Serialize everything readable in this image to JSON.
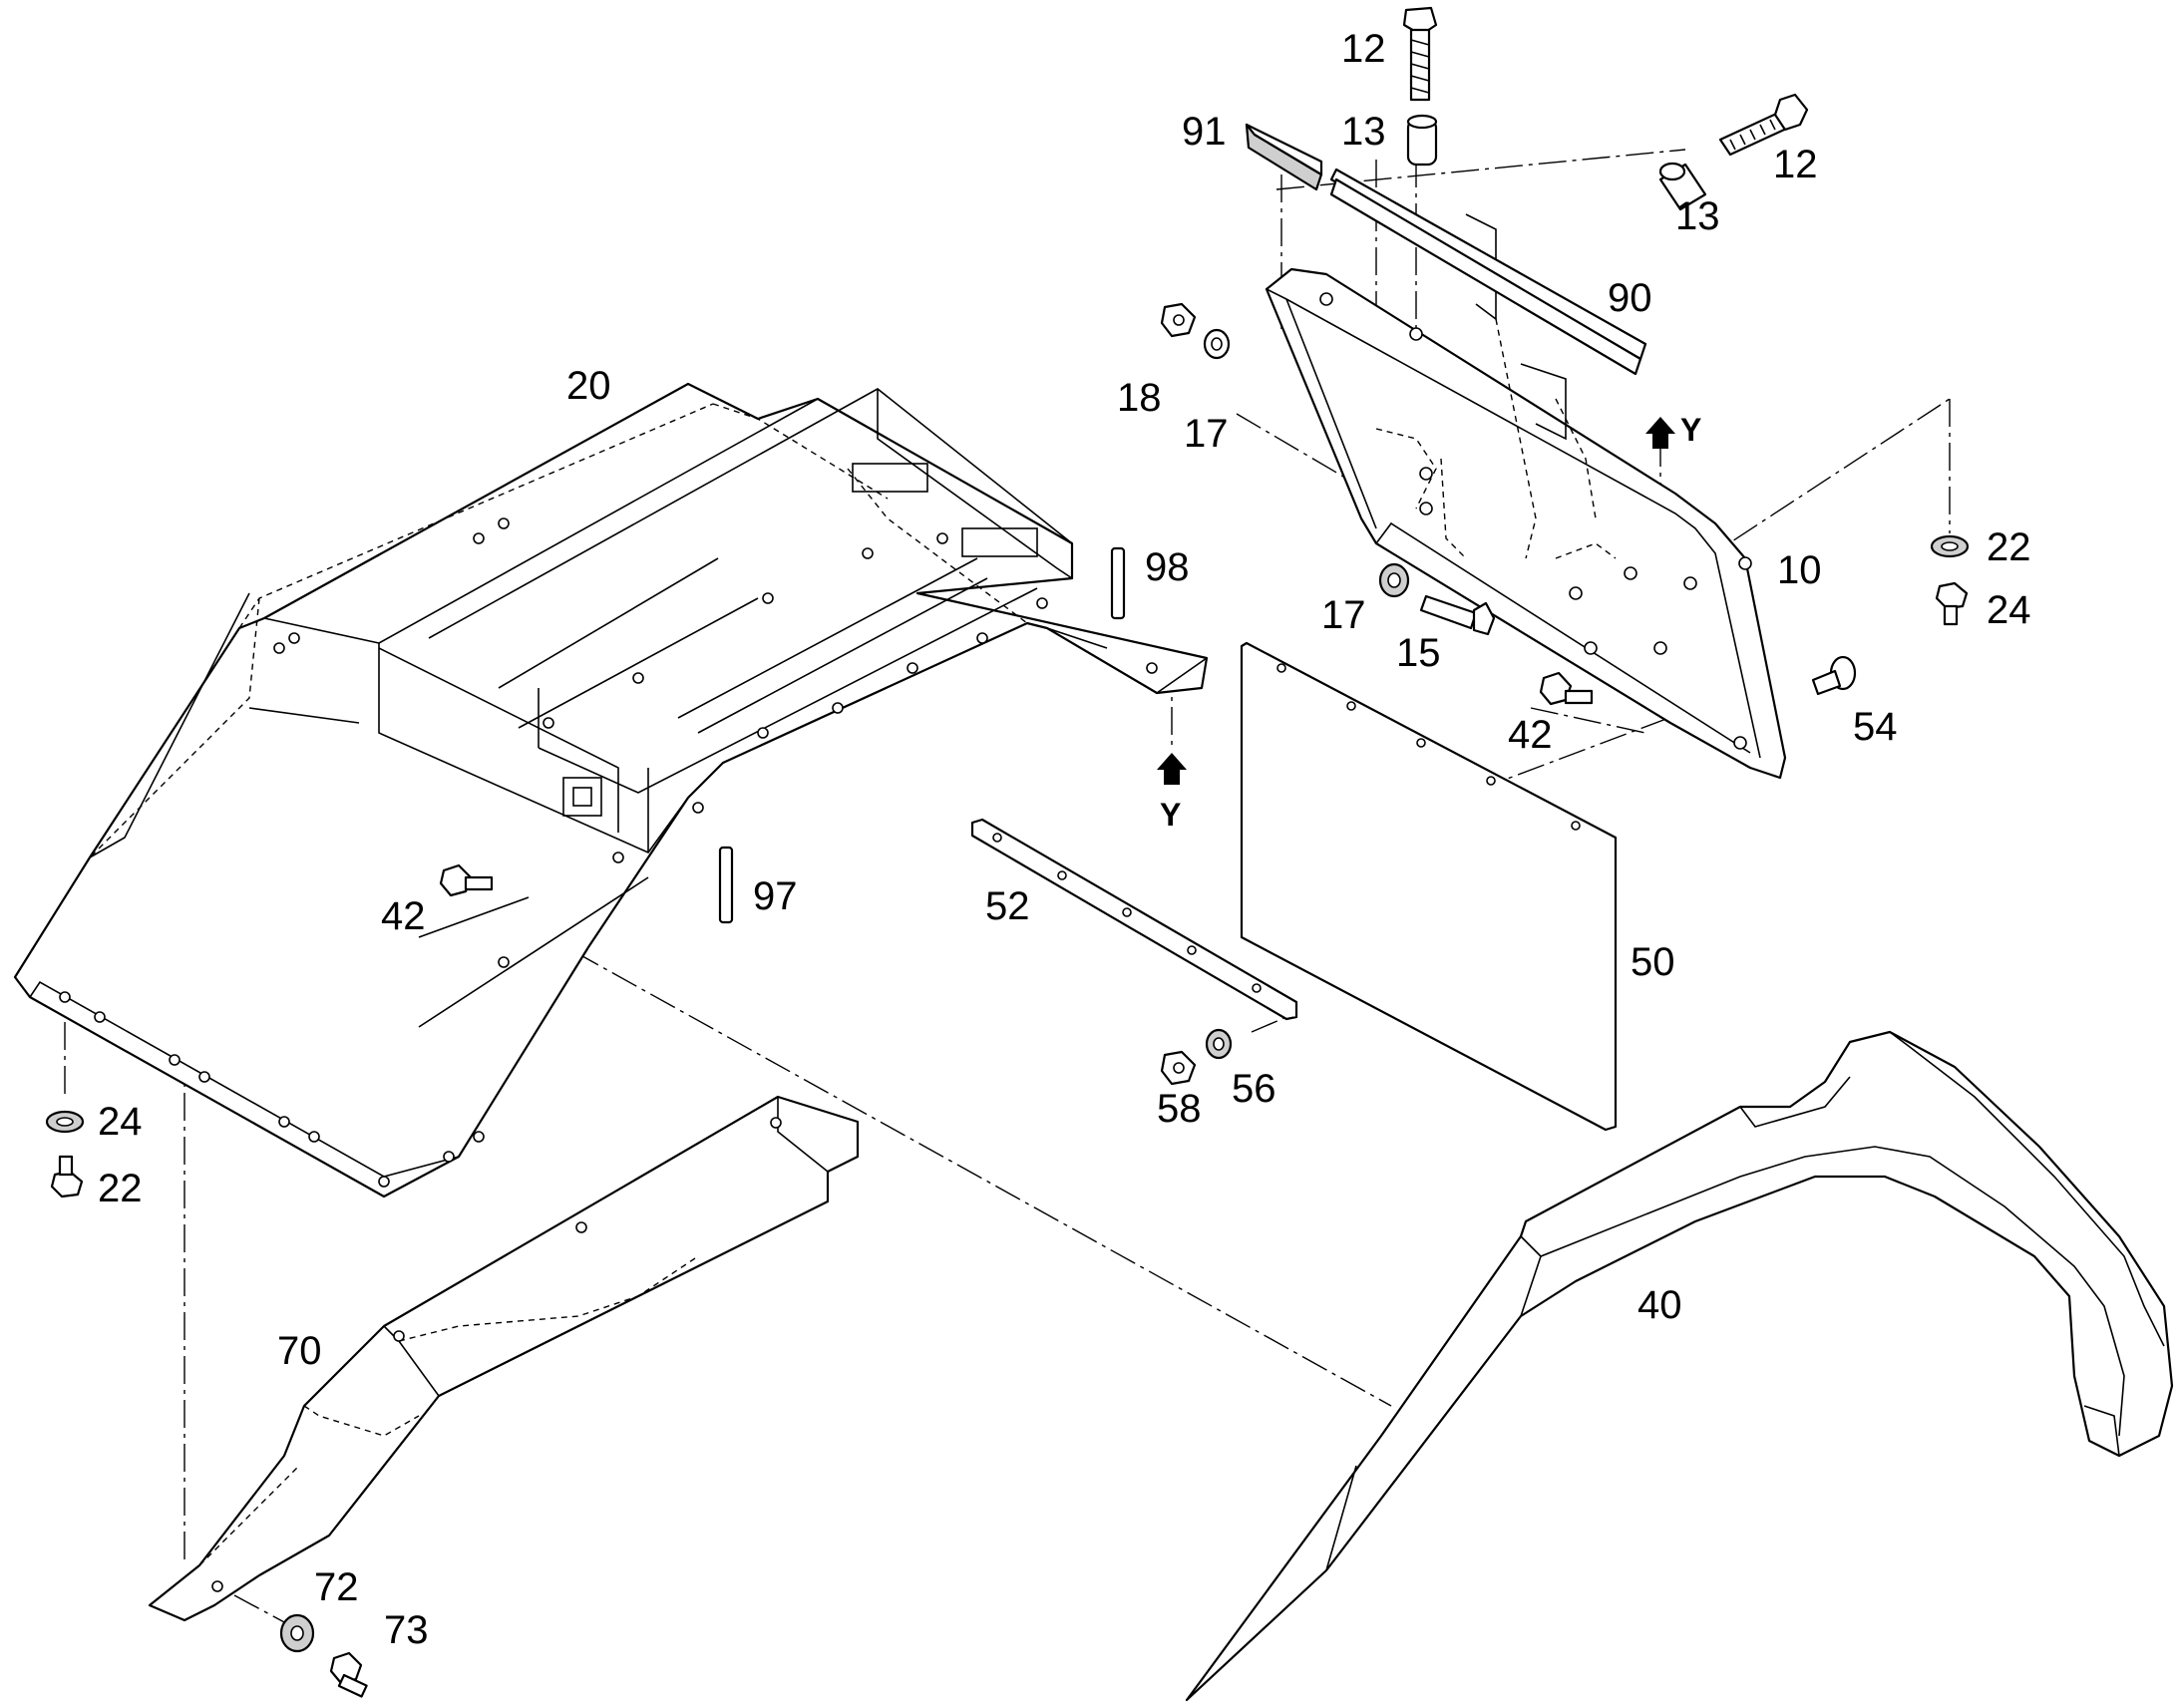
{
  "labels": {
    "l12a": "12",
    "l13a": "13",
    "l91": "91",
    "l12b": "12",
    "l13b": "13",
    "l90": "90",
    "l18": "18",
    "l17a": "17",
    "l20": "20",
    "lYa": "Y",
    "l22a": "22",
    "l10": "10",
    "l98": "98",
    "l24a": "24",
    "l17b": "17",
    "l15": "15",
    "l42a": "42",
    "l54": "54",
    "lYb": "Y",
    "l97": "97",
    "l52": "52",
    "l42b": "42",
    "l50": "50",
    "l24b": "24",
    "l22b": "22",
    "l58": "58",
    "l56": "56",
    "l40": "40",
    "l70": "70",
    "l72": "72",
    "l73": "73"
  },
  "colors": {
    "line": "#000000",
    "background": "#ffffff",
    "shade": "#cfcfcf"
  }
}
